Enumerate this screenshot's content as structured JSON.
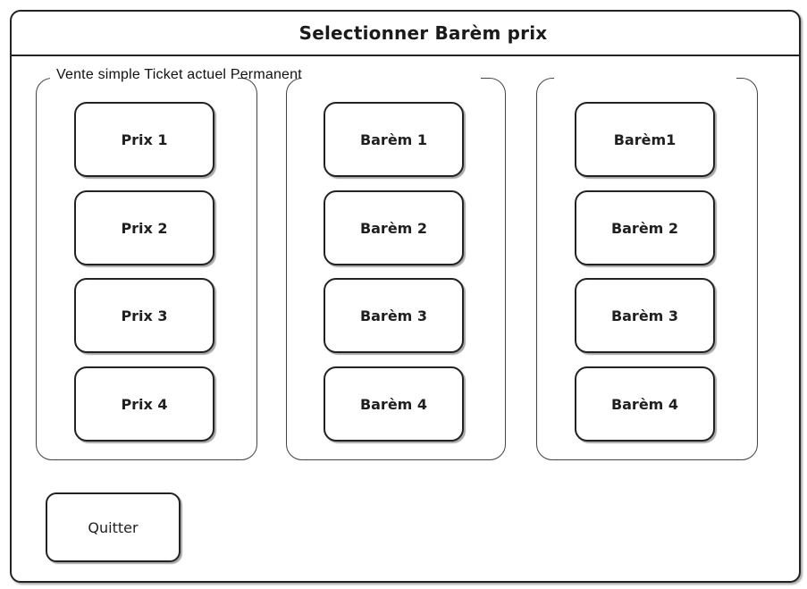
{
  "window": {
    "title": "Selectionner Barèm prix"
  },
  "group_caption": "Vente simple Ticket actuel Permanent",
  "columns": [
    {
      "buttons": [
        "Prix 1",
        "Prix 2",
        "Prix 3",
        "Prix 4"
      ]
    },
    {
      "buttons": [
        "Barèm 1",
        "Barèm 2",
        "Barèm 3",
        "Barèm 4"
      ]
    },
    {
      "buttons": [
        "Barèm1",
        "Barèm 2",
        "Barèm 3",
        "Barèm 4"
      ]
    }
  ],
  "quit_label": "Quitter"
}
